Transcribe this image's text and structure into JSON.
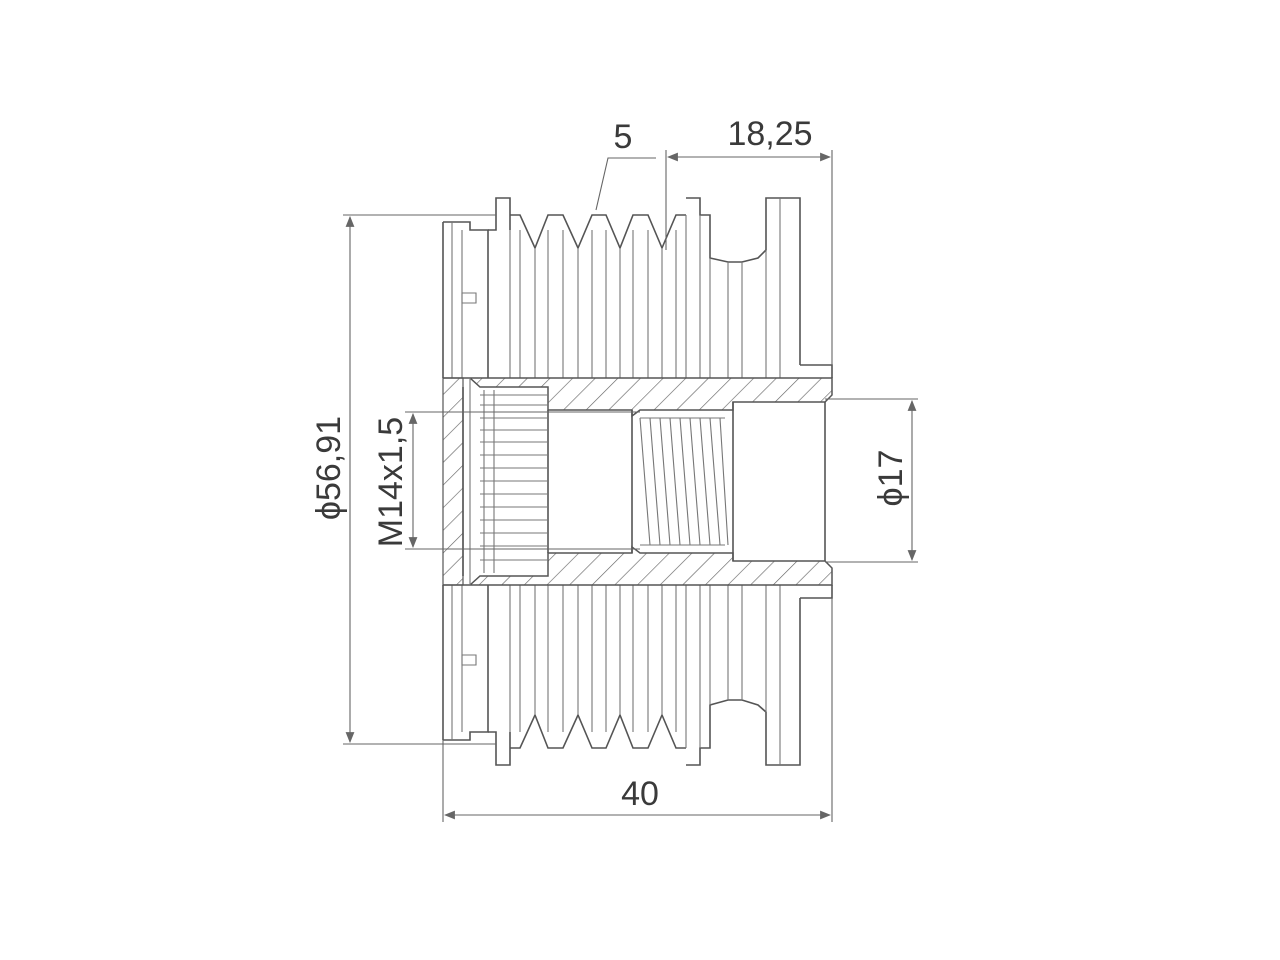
{
  "drawing": {
    "type": "technical-drawing",
    "subject": "pulley cross-section",
    "colors": {
      "line": "#555555",
      "text": "#3a3a3a",
      "background": "#ffffff"
    },
    "dimensions": {
      "groove_pitch": "5",
      "hub_length": "18,25",
      "outer_diameter": "ϕ56,91",
      "thread": "M14x1,5",
      "bore_diameter": "ϕ17",
      "overall_length": "40"
    }
  }
}
